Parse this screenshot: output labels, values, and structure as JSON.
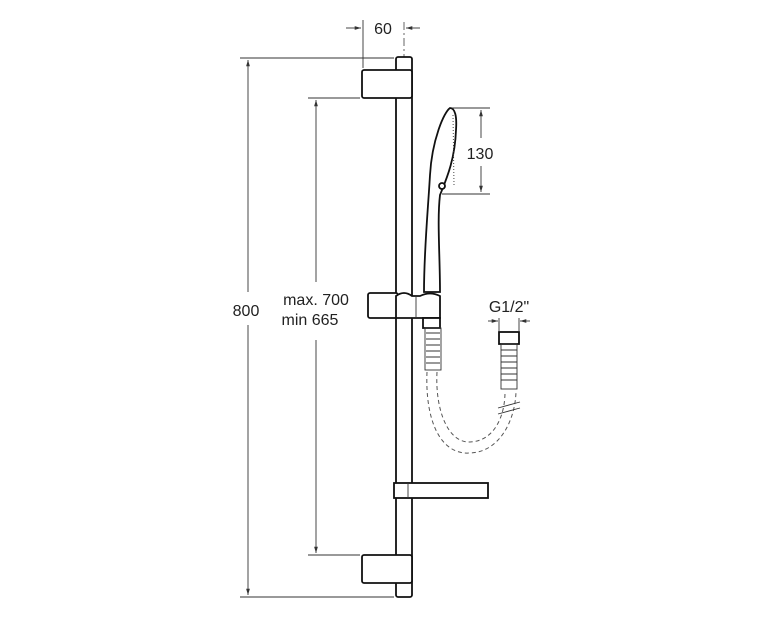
{
  "dimensions": {
    "bracket_offset": "60",
    "head_height": "130",
    "total_height": "800",
    "spacing_max": "max. 700",
    "spacing_min": "min 665",
    "thread": "G1/2\""
  }
}
